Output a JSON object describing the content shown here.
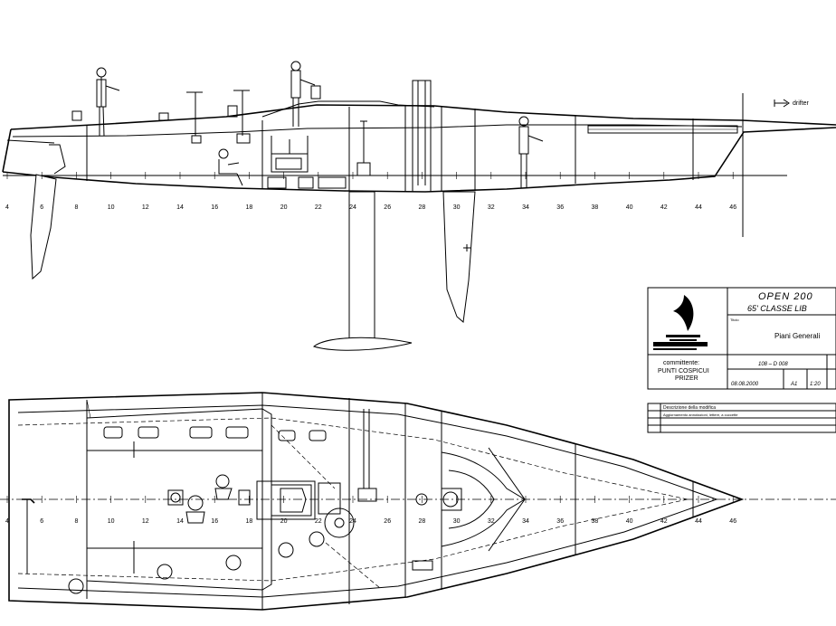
{
  "drawing": {
    "stations": [
      "4",
      "6",
      "8",
      "10",
      "12",
      "14",
      "16",
      "18",
      "20",
      "22",
      "24",
      "26",
      "28",
      "30",
      "32",
      "34",
      "36",
      "38",
      "40",
      "42",
      "44",
      "46"
    ],
    "profile_labels": {
      "drifter": "drifter"
    },
    "title_block": {
      "title": "OPEN 200",
      "subtitle": "65'   CLASSE LIB",
      "desc_caption": "Titolo",
      "description": "Piani Generali",
      "client_caption": "committente:",
      "client_line1": "PUNTI COSPICUI",
      "client_line2": "PRIZER",
      "drawing_no": "108 – D 008",
      "date": "08.08.2000",
      "format": "A1",
      "scale": "1:20",
      "rev_header": "Descrizione della modifica",
      "rev_row1": "Aggiornamento annotazioni, lettere, a cuccette"
    }
  }
}
